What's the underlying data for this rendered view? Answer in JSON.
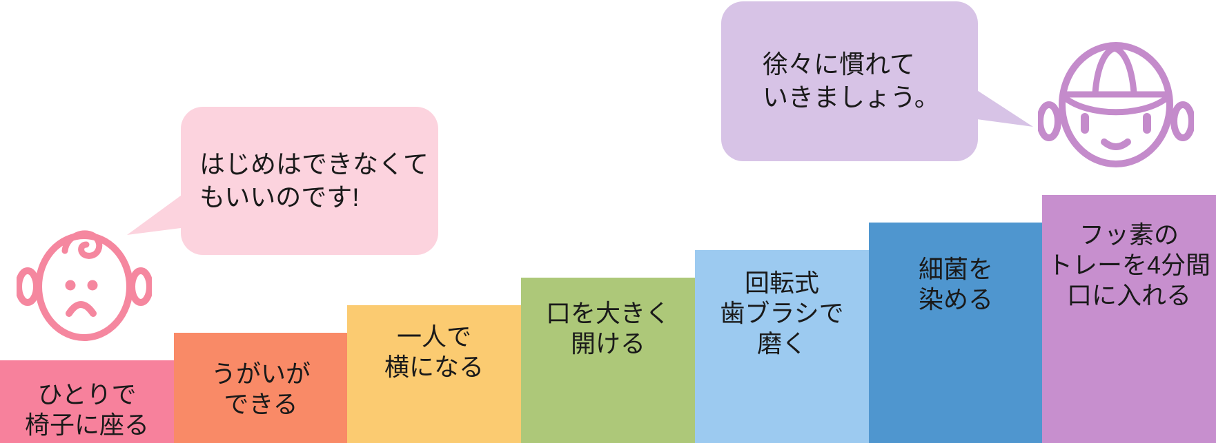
{
  "diagram_title": "step-up staircase (dental treatment habituation steps)",
  "text_color": "#1A1A1A",
  "steps": [
    {
      "lines": [
        "ひとりで",
        "椅子に座る"
      ],
      "color": "#F7819C"
    },
    {
      "lines": [
        "うがいが",
        "できる"
      ],
      "color": "#F98A67"
    },
    {
      "lines": [
        "一人で",
        "横になる"
      ],
      "color": "#FBCB71"
    },
    {
      "lines": [
        "口を大きく",
        "開ける"
      ],
      "color": "#ADC879"
    },
    {
      "lines": [
        "回転式",
        "歯ブラシで",
        "磨く"
      ],
      "color": "#9CCAF0"
    },
    {
      "lines": [
        "細菌を",
        "染める"
      ],
      "color": "#4F96CF"
    },
    {
      "lines": [
        "フッ素の",
        "トレーを4分間",
        "口に入れる"
      ],
      "color": "#C78FCE"
    }
  ],
  "speech_bubbles": {
    "left": {
      "lines": [
        "はじめはできなくて",
        "もいいのです!"
      ],
      "fill": "#FCD3DE"
    },
    "right": {
      "lines": [
        "徐々に慣れて",
        "いきましょう。"
      ],
      "fill": "#D7C3E6"
    }
  },
  "icons": {
    "baby": {
      "label": "baby-face-icon",
      "color": "#F5879F"
    },
    "boy": {
      "label": "boy-face-capped-icon",
      "color": "#C48BCB"
    }
  }
}
